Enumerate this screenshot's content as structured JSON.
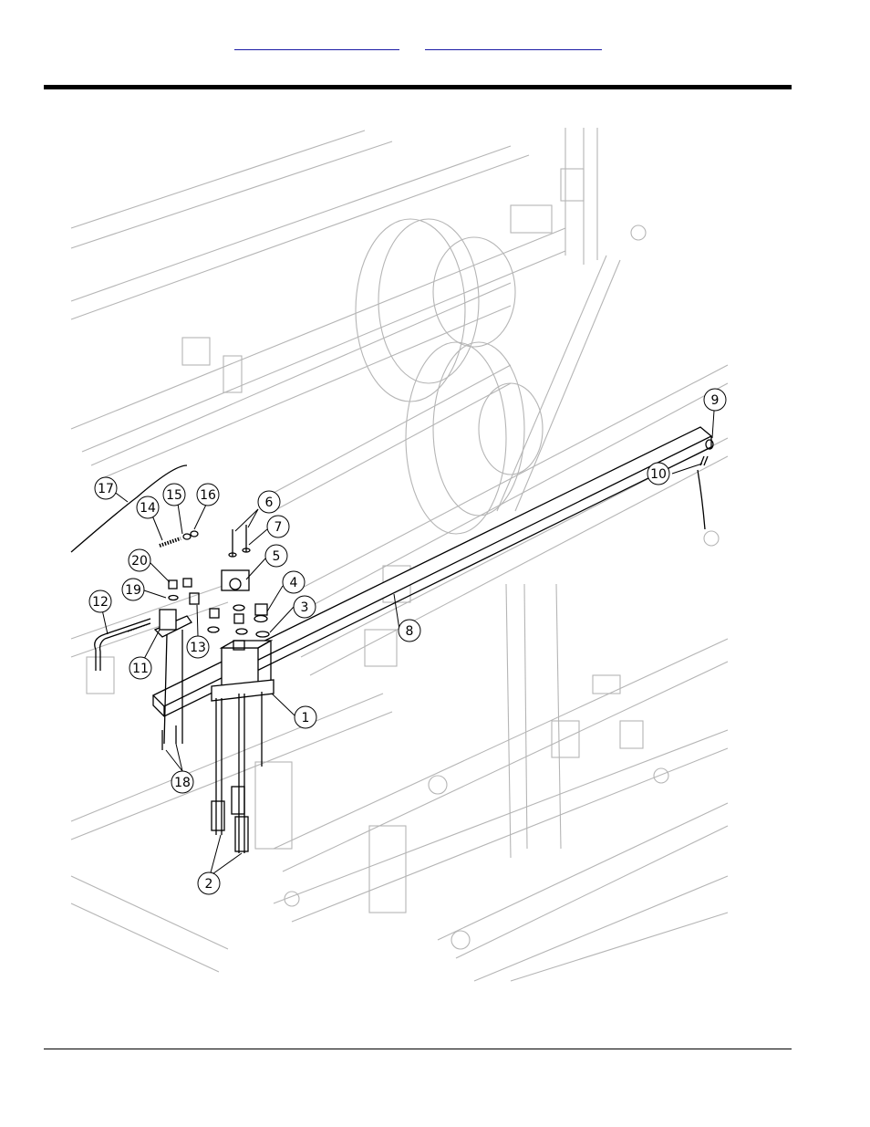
{
  "header": {
    "links": [
      "",
      ""
    ]
  },
  "diagram": {
    "callouts": [
      "1",
      "2",
      "3",
      "4",
      "5",
      "6",
      "7",
      "8",
      "9",
      "10",
      "11",
      "12",
      "13",
      "14",
      "15",
      "16",
      "17",
      "18",
      "19",
      "20"
    ]
  }
}
